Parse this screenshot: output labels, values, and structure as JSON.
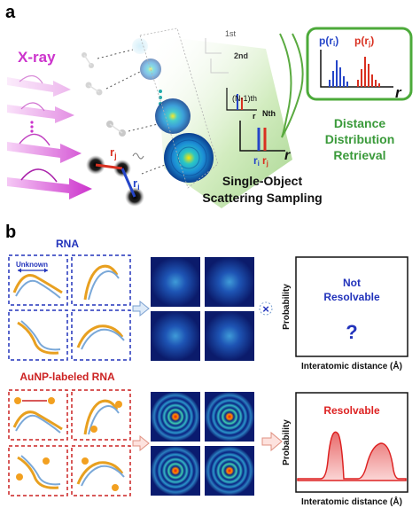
{
  "panel_a": {
    "label": "a",
    "xray_label": "X-ray",
    "order_labels": [
      "1st",
      "2nd",
      "(N-1)th",
      "Nth"
    ],
    "axis_r": "r",
    "rij_labels": {
      "ri": "ri",
      "rj": "rj",
      "comma": ","
    },
    "sampling_title": [
      "Single-Object",
      "Scattering Sampling"
    ],
    "distribution": {
      "p_ri": "p(ri)",
      "p_rj": "p(rj)",
      "axis": "r"
    },
    "retrieval_title": [
      "Distance",
      "Distribution",
      "Retrieval"
    ],
    "colors": {
      "xray": "#cc33cc",
      "retrieval": "#3a9a3a",
      "ri": "#2545c8",
      "rj": "#d93020",
      "green_fill": "#bfe5a8"
    }
  },
  "panel_b": {
    "label": "b",
    "rna_title": "RNA",
    "unknown_label": "Unknown",
    "aunp_title": "AuNP-labeled RNA",
    "top_plot": {
      "text": [
        "Not",
        "Resolvable"
      ],
      "question": "?",
      "ylabel": "Probability",
      "xlabel": "Interatomic distance (Å)"
    },
    "bottom_plot": {
      "text": "Resolvable",
      "ylabel": "Probability",
      "xlabel": "Interatomic distance (Å)"
    },
    "cross_mark": "×",
    "colors": {
      "rna": "#2233bb",
      "aunp": "#cc2222",
      "resolvable": "#dd2222",
      "not_resolvable": "#2233bb"
    }
  }
}
